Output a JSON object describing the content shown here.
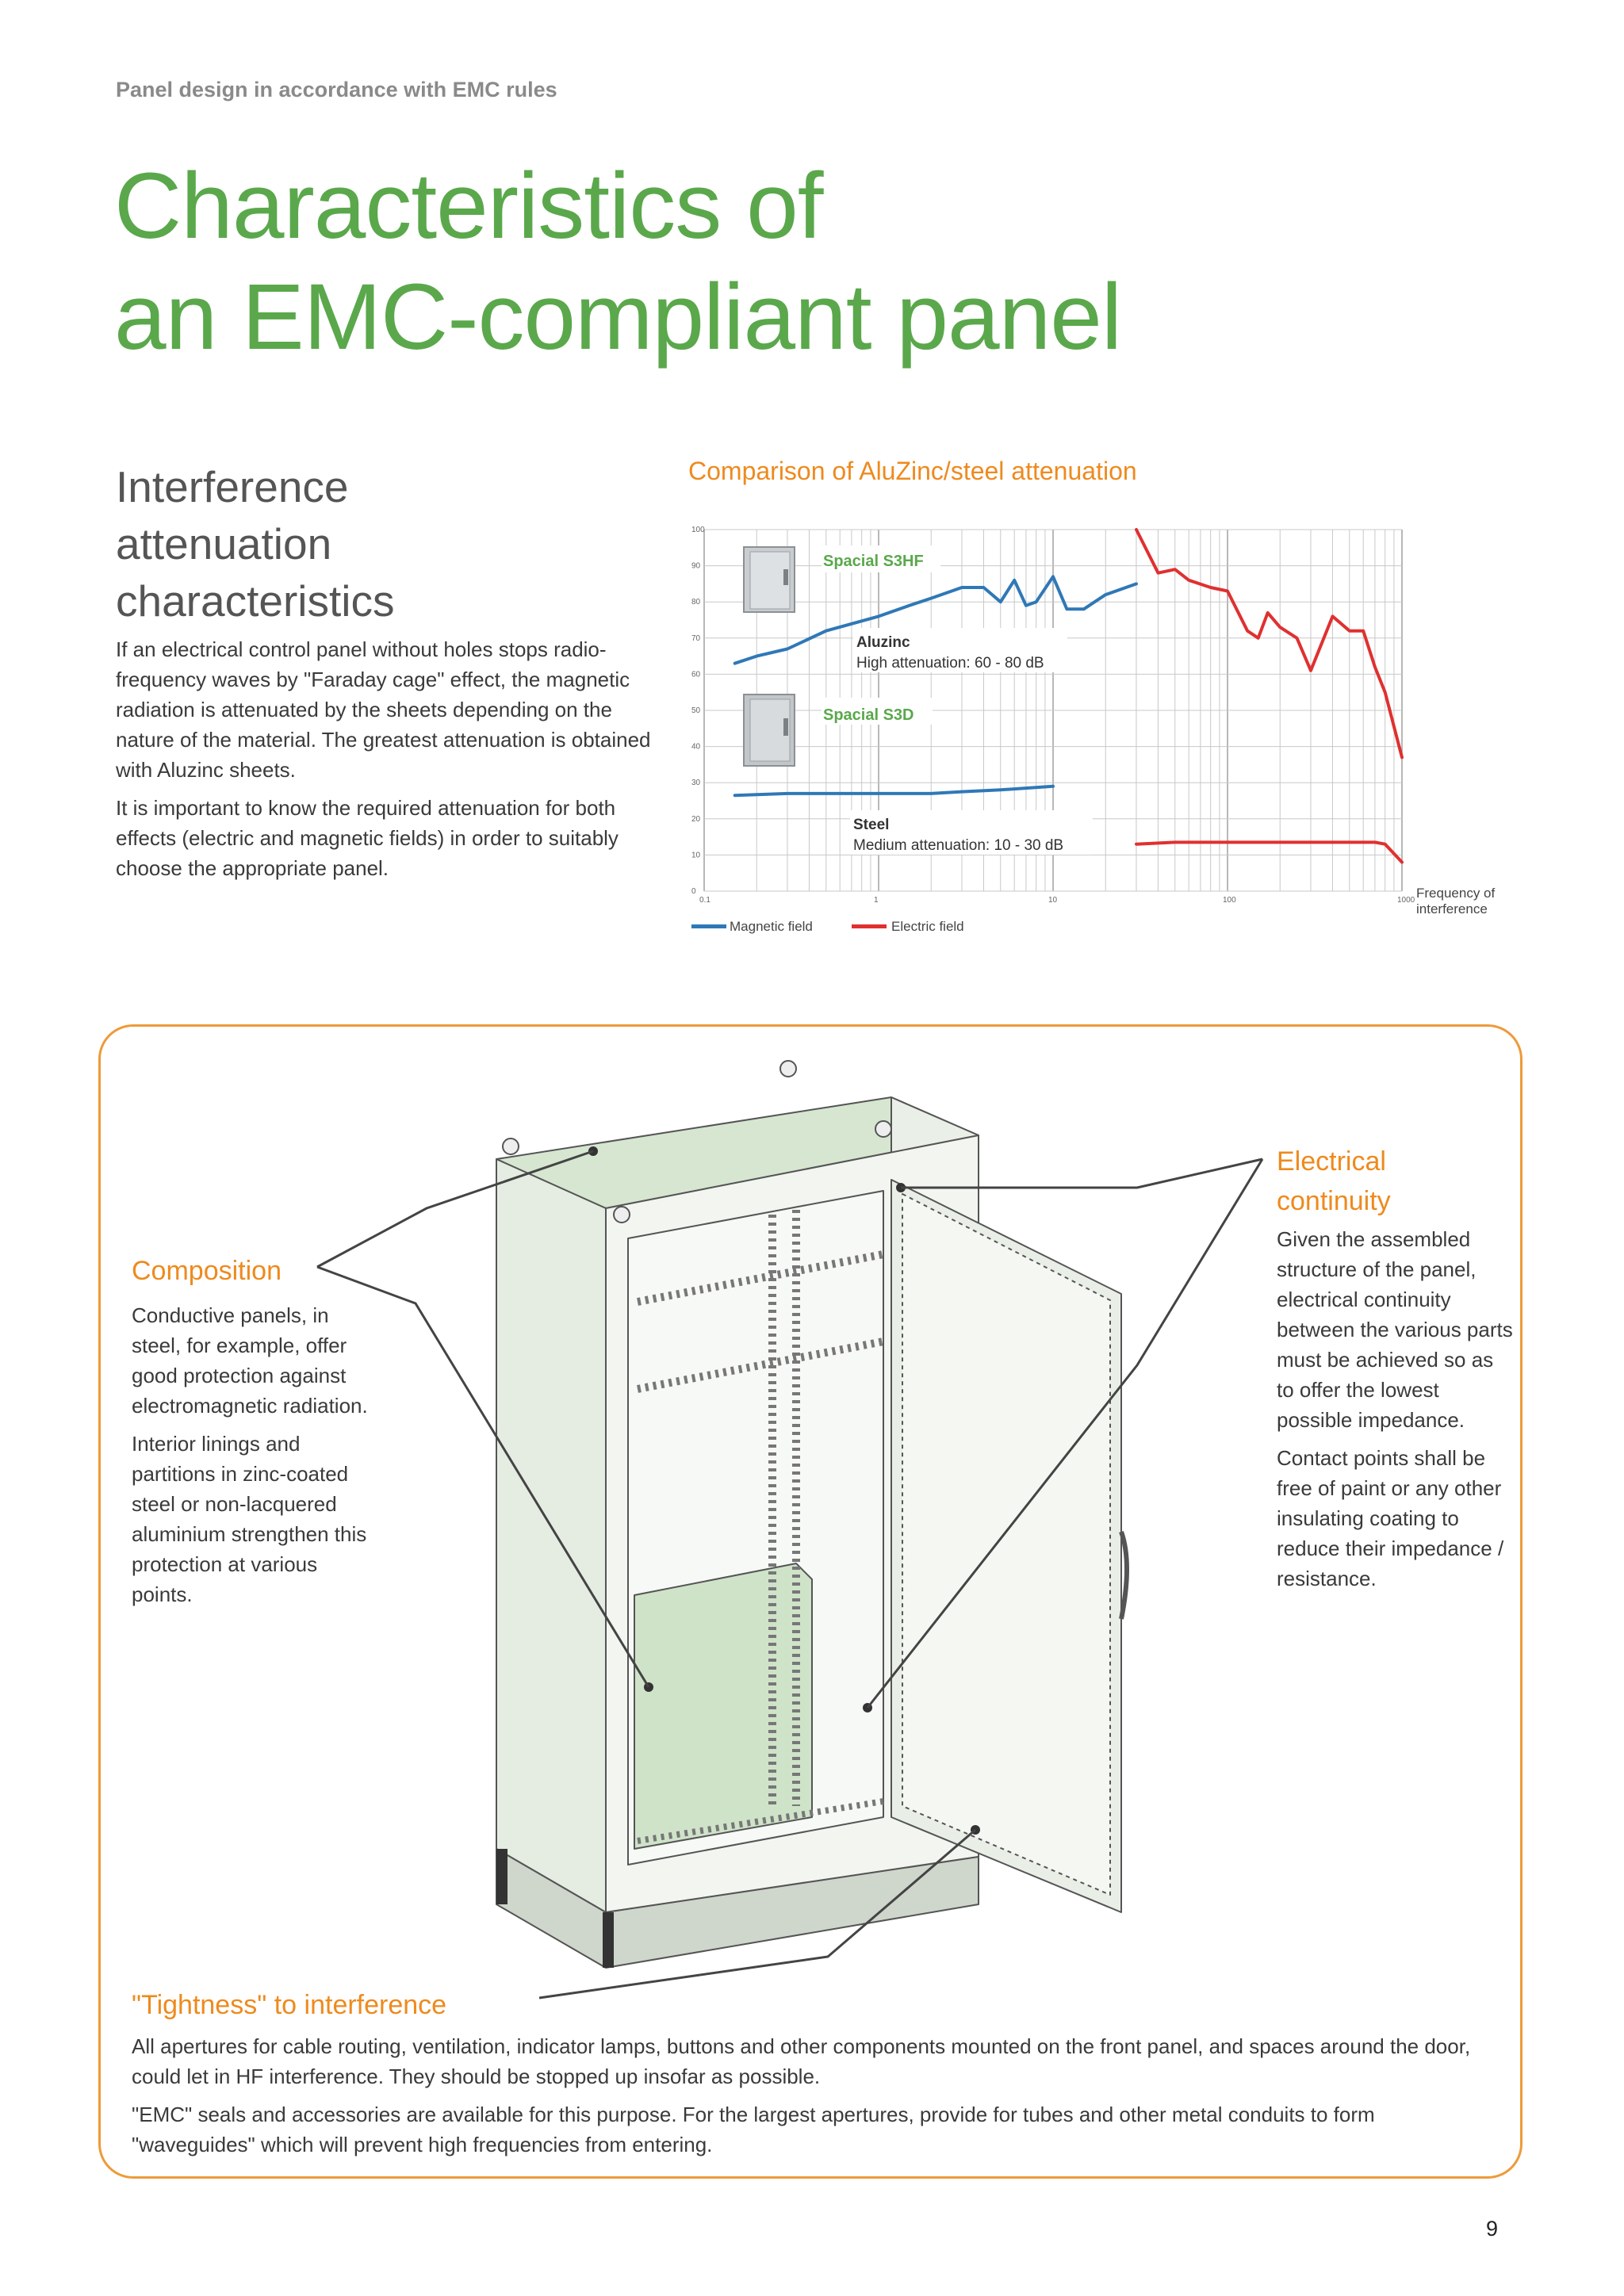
{
  "header": {
    "section_label": "Panel design in accordance with EMC rules",
    "title_line1": "Characteristics of",
    "title_line2": "an EMC-compliant panel"
  },
  "intro": {
    "subheading_line1": "Interference",
    "subheading_line2": "attenuation",
    "subheading_line3": "characteristics",
    "paragraph1": "If an electrical control panel without holes stops radio-frequency waves by \"Faraday cage\" effect, the magnetic radiation is attenuated by the sheets depending on the nature of the material. The greatest attenuation is obtained with Aluzinc sheets.",
    "paragraph2": "It is important to know the required attenuation for both effects (electric and magnetic fields) in order to suitably choose the appropriate panel."
  },
  "chart_data": {
    "type": "line",
    "title": "Comparison of AluZinc/steel attenuation",
    "xlabel": "Frequency of interference",
    "ylabel": "",
    "x_scale": "log",
    "xlim": [
      0.1,
      1000
    ],
    "ylim": [
      0,
      100
    ],
    "grid": true,
    "legend_placement": "bottom-left",
    "x_ticks": [
      "0.1",
      "1",
      "10",
      "100",
      "1000"
    ],
    "y_ticks": [
      "0",
      "10",
      "20",
      "30",
      "40",
      "50",
      "60",
      "70",
      "80",
      "90",
      "100"
    ],
    "annotations": {
      "s3hf_product": "Spacial S3HF",
      "aluzinc_name": "Aluzinc",
      "aluzinc_note": "High attenuation: 60 - 80 dB",
      "s3d_product": "Spacial S3D",
      "steel_name": "Steel",
      "steel_note": "Medium attenuation: 10 - 30 dB"
    },
    "series": [
      {
        "name": "Magnetic field",
        "color": "#2f78b7",
        "group": "aluzinc",
        "x": [
          0.15,
          0.2,
          0.3,
          0.5,
          1,
          1.5,
          2,
          3,
          4,
          5,
          6,
          7,
          8,
          10,
          12,
          15,
          20,
          30
        ],
        "y": [
          63,
          65,
          67,
          72,
          76,
          79,
          81,
          84,
          84,
          80,
          86,
          79,
          80,
          87,
          78,
          78,
          82,
          85
        ]
      },
      {
        "name": "Magnetic field",
        "color": "#2f78b7",
        "group": "steel",
        "x": [
          0.15,
          0.3,
          0.5,
          1,
          2,
          3,
          5,
          10
        ],
        "y": [
          26.5,
          27,
          27,
          27,
          27,
          27.5,
          28,
          29
        ]
      },
      {
        "name": "Electric field",
        "color": "#e03030",
        "group": "aluzinc",
        "x": [
          30,
          40,
          50,
          60,
          80,
          100,
          130,
          150,
          170,
          200,
          250,
          300,
          400,
          500,
          600,
          700,
          800,
          1000
        ],
        "y": [
          100,
          88,
          89,
          86,
          84,
          83,
          72,
          70,
          77,
          73,
          70,
          61,
          76,
          72,
          72,
          62,
          55,
          37
        ]
      },
      {
        "name": "Electric field",
        "color": "#e03030",
        "group": "steel",
        "x": [
          30,
          50,
          100,
          200,
          500,
          700,
          800,
          1000
        ],
        "y": [
          13,
          13.5,
          13.5,
          13.5,
          13.5,
          13.5,
          13,
          8
        ]
      }
    ]
  },
  "composition": {
    "heading": "Composition",
    "paragraph1": "Conductive panels, in steel, for example, offer good protection against electromagnetic radiation.",
    "paragraph2": "Interior linings and partitions in zinc-coated steel or non-lacquered aluminium strengthen this protection at various points."
  },
  "electrical": {
    "heading_line1": "Electrical",
    "heading_line2": "continuity",
    "paragraph1": "Given the assembled structure of the panel, electrical continuity between the various parts must be achieved so as to offer the lowest possible impedance.",
    "paragraph2": "Contact points shall be free of paint or any other insulating coating to reduce their impedance / resistance."
  },
  "tightness": {
    "heading": "\"Tightness\" to interference",
    "paragraph1": "All apertures for cable routing, ventilation, indicator lamps, buttons and other components mounted on the front panel, and spaces around the door, could let in HF interference. They should be stopped up insofar as possible.",
    "paragraph2": "\"EMC\" seals and accessories are available for this purpose. For the largest apertures, provide for tubes and other metal conduits to form \"waveguides\" which will prevent high frequencies from entering."
  },
  "footer": {
    "page_number": "9"
  }
}
